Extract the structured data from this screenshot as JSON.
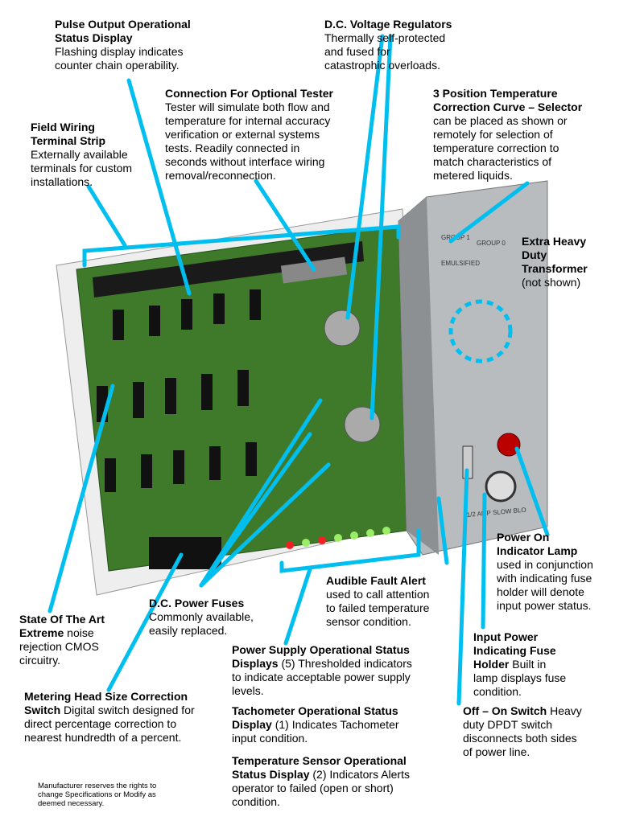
{
  "annotations": {
    "pulse_output": {
      "title": "Pulse Output Operational\nStatus Display",
      "body": "Flashing display indicates\ncounter chain operability."
    },
    "dc_regulators": {
      "title": "D.C. Voltage Regulators",
      "body": "Thermally self-protected\nand fused for\ncatastrophic overloads."
    },
    "tester": {
      "title": "Connection For Optional Tester",
      "body": "Tester will simulate both flow and\ntemperature for internal accuracy\nverification or external systems\ntests.  Readily connected in\nseconds without interface wiring\nremoval/reconnection."
    },
    "temp_selector": {
      "title": "3 Position Temperature\nCorrection Curve – Selector",
      "body": "can be placed as shown or\nremotely for selection of\ntemperature correction to\nmatch characteristics of\nmetered liquids."
    },
    "field_wiring": {
      "title": "Field Wiring\nTerminal Strip",
      "body": "Externally available\nterminals for custom\ninstallations."
    },
    "transformer": {
      "title": "Extra Heavy\nDuty\nTransformer",
      "body": "(not shown)"
    },
    "power_lamp": {
      "title": "Power On\nIndicator Lamp",
      "body": "used in conjunction\nwith indicating fuse\nholder will denote\ninput power status."
    },
    "audible_alert": {
      "title": "Audible Fault Alert",
      "body": "used to call attention\nto failed temperature\nsensor condition."
    },
    "dc_fuses": {
      "title": "D.C. Power Fuses",
      "body": "Commonly available,\neasily replaced."
    },
    "cmos": {
      "title": "State Of The Art\nExtreme",
      "body": " noise\nrejection CMOS\ncircuitry."
    },
    "fuse_holder": {
      "title": "Input Power\nIndicating Fuse\nHolder",
      "body": " Built in\nlamp displays fuse\ncondition."
    },
    "power_supply_displays": {
      "title": "Power Supply Operational Status\nDisplays",
      "body": " (5) Thresholded indicators\nto indicate acceptable power supply\nlevels."
    },
    "metering_switch": {
      "title": "Metering Head Size Correction\nSwitch",
      "body": " Digital switch designed for\ndirect percentage correction to\nnearest hundredth of a percent."
    },
    "tachometer": {
      "title": "Tachometer Operational Status\nDisplay",
      "body": " (1) Indicates Tachometer\ninput condition."
    },
    "off_on": {
      "title": "Off – On Switch",
      "body": " Heavy\nduty DPDT switch\ndisconnects both sides\nof power line."
    },
    "temp_sensor": {
      "title": "Temperature Sensor Operational\nStatus Display",
      "body": " (2) Indicators Alerts\noperator to failed (open or short)\ncondition."
    }
  },
  "panel_labels": {
    "group1": "GROUP 1",
    "group0": "GROUP 0",
    "emulsified": "EMULSIFIED",
    "fuse": "1/2 AMP SLOW BLO"
  },
  "footnote": "Manufacturer reserves the rights to\nchange Specifications or Modify as\ndeemed necessary.",
  "colors": {
    "leader": "#00bfef",
    "board": "#3f7a2a",
    "panel": "#b9bcbf"
  }
}
